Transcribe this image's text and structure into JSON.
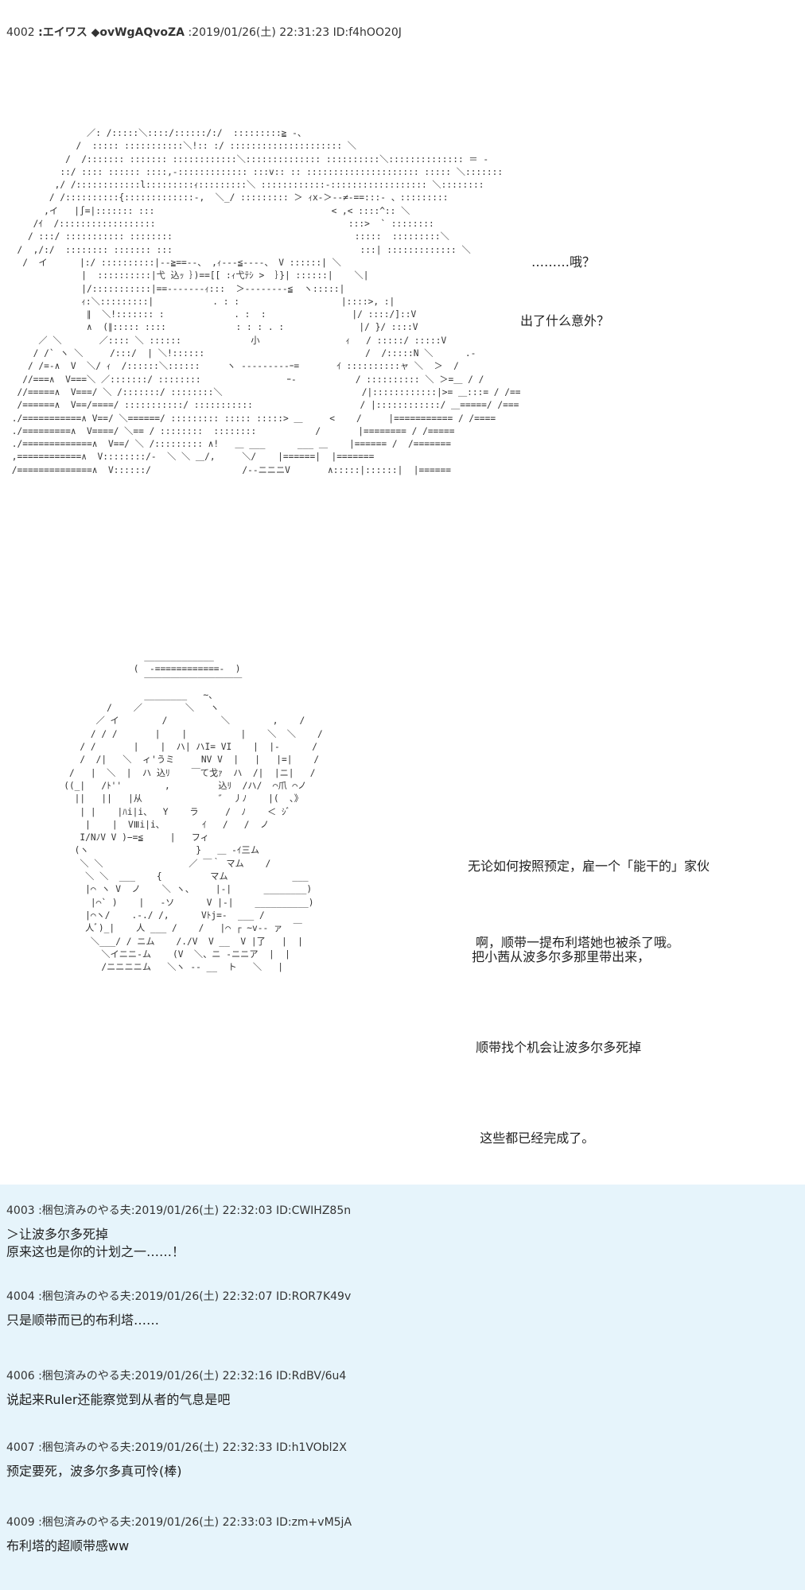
{
  "main_post": {
    "number": "4002",
    "name": ":エイワス ◆ovWgAQvoZA",
    "datetime": ":2019/01/26(土) 22:31:23",
    "id": "ID:f4hOO20J",
    "aa_top": "               ／: /:::::＼::::/::::::/:/  :::::::::≧ -、\n             /  ::::: :::::::::::＼!:: :/ ::::::::::::::::::::: ＼\n           /  /::::::: ::::::: ::::::::::::＼:::::::::::::: ::::::::::＼:::::::::::::: ＝ -\n          ::/ :::: :::::: ::::,-::::::::::::: :::v:: :: ::::::::::::::::::::: ::::: ＼:::::::\n         ,/ /::::::::::::l:::::::::ｨ:::::::::＼ ::::::::::::-:::::::::::::::::: ＼::::::::\n        / /::::::::::{:::::::::::::-,  ＼_/ ::::::::: ＞ ｨx-＞--≠-==:::- 、:::::::::\n       ,イ   |∫=|::::::: :::                                 < ,< ::::^:: ＼\n     /ｲ  /::::::::::::::::::                                    :::>  ` ::::::::\n    / :::/ ::::::::::: ::::::::                                  :::::  :::::::::＼\n  /  ,/:/  :::::::: ::::::: :::                                   :::| ::::::::::::: ＼\n   /  イ      |:/ ::::::::::|--≧==--、 ,ｨ---≦----、 V ::::::| ＼\n              |  ::::::::::|弋 込ｯ ｝)==[[ :ｨ弋ﾃｼ >  ｝}| ::::::|    ＼|\n              |/:::::::::::|==-------ｨ:::  ＞--------≦  ヽ:::::|\n              ｨ:＼:::::::::|           . : :                   |::::>, :|\n               ∥  ＼!::::::: :             . :  :                |/ ::::/]::V\n               ∧  (∥::::: ::::             : : : . :              |/ }/ ::::V\n      ／ ＼       ／:::: ＼ ::::::             小                ｨ   / :::::/ :::::V\n     / /` ヽ ＼     /:::/  | ＼!::::::                              /  /:::::N ＼      .-\n    / /=-∧  V  ＼/ ｨ  /::::::＼::::::     ヽ ---------ｰ=       ｲ ::::::::::ャ ＼  ＞  /\n   //===∧  V===＼ ／:::::::/ ::::::::                ｰ-           / :::::::::: ＼ ＞=＿ / /\n  //=====∧  V===/ ＼ /:::::::/ ::::::::＼                          /|::::::::::::|>= ＿:::= / /==\n  /======∧  V==/====/ :::::::::::/ :::::::::::                    / |::::::::::::/ ＿=====/ /===\n ./===========∧ V==/ ＼======/ ::::::::: ::::: :::::> ＿     <    /     |=========== / /====\n ./=========∧  V====/ ＼== / ::::::::  ::::::::           /       |======== / /=====\n ./=============∧  V==/ ＼ /::::::::: ∧!   ＿ ___      ___ ＿    |====== /  /=======\n ,============∧  V::::::::/-  ＼ ＼ ＿/,     ＼/    |======|  |=======\n /==============∧  V::::::/                 /--ニニニV       ∧:::::|::::::|  |======",
    "aa_bottom": "                  _____________\n                (  -============-  )\n                  ￣￣￣￣￣￣￣￣￣￣￣\n                  ________   ~、\n           /    ／        ＼   ヽ\n         ／ イ        /          ＼        ,    /\n        / / /       |    |          |    ＼  ＼    /\n      / /       |    |  ハ| ハI= VI    |  |-      /\n      /  /|   ＼  ィ'うミ     NV V  |   |   |=|    /\n    /   |  ＼  |  ハ 込ﾘ    ￣て戈ｧ  ハ  /|  |ニ|   /\n   ((_|   /ﾄ''        ,         込ﾘ  /ハ/  ⌒爪 ⌒ノ\n     ||   ||   |从              ″  丿ﾉ    |(  ､》\n      | |    |ﾊi|i、  Y    ラ     /  ﾉ    ＜ ｼﾞ\n       |    |  VⅢi|i、       ｲ   /   /  ノ\n      I/NﾉV V )−=≦     |   フィ\n     (ヽ                    }   ＿ -ｲ三ム\n      ＼ ＼                ／ ￣｀ マム    /\n       ＼ ＼  ___    {         マム            ___\n       |⌒ ヽ V  ノ    ＼ ヽ、    |-|      ________)\n        |⌒` )    |   -ソ      V |-|    __________)\n       |⌒ヽ/    .-./ /,      Vﾄj=-  ___ /\n       人ﾞ)_|    人 ___ /    /   |⌒ ┌ ~v-- ァ  ￣\n        ＼___/ / ニム    /./V  V __  V |了   |  |\n          ＼イニニ-ム    (V  ＼、ニ -ニニア  |  |\n          /ニニニニム   ＼ヽ -- __  ト   ＼   |",
    "dialog1": [
      "………哦？",
      "出了什么意外？"
    ],
    "dialog2": [
      "无论如何按照预定，雇一个「能干的」家伙",
      " 把小茜从波多尔多那里带出来，",
      "  顺带找个机会让波多尔多死掉",
      "   这些都已经完成了。"
    ],
    "dialog3": "啊，顺带一提布利塔她也被杀了哦。"
  },
  "replies": [
    {
      "number": "4003",
      "name": ":梱包済みのやる夫",
      "datetime": ":2019/01/26(土) 22:32:03",
      "id": "ID:CWIHZ85n",
      "body": [
        "＞让波多尔多死掉",
        "原来这也是你的计划之一……！"
      ]
    },
    {
      "number": "4004",
      "name": ":梱包済みのやる夫",
      "datetime": ":2019/01/26(土) 22:32:07",
      "id": "ID:ROR7K49v",
      "body": [
        "只是顺带而已的布利塔……"
      ]
    },
    {
      "number": "4006",
      "name": ":梱包済みのやる夫",
      "datetime": ":2019/01/26(土) 22:32:16",
      "id": "ID:RdBV/6u4",
      "body": [
        "说起来Ruler还能察觉到从者的气息是吧"
      ]
    },
    {
      "number": "4007",
      "name": ":梱包済みのやる夫",
      "datetime": ":2019/01/26(土) 22:32:33",
      "id": "ID:h1VObl2X",
      "body": [
        "预定要死，波多尔多真可怜(棒)"
      ]
    },
    {
      "number": "4009",
      "name": ":梱包済みのやる夫",
      "datetime": ":2019/01/26(土) 22:33:03",
      "id": "ID:zm+vM5jA",
      "body": [
        "布利塔的超顺带感ww"
      ]
    }
  ]
}
